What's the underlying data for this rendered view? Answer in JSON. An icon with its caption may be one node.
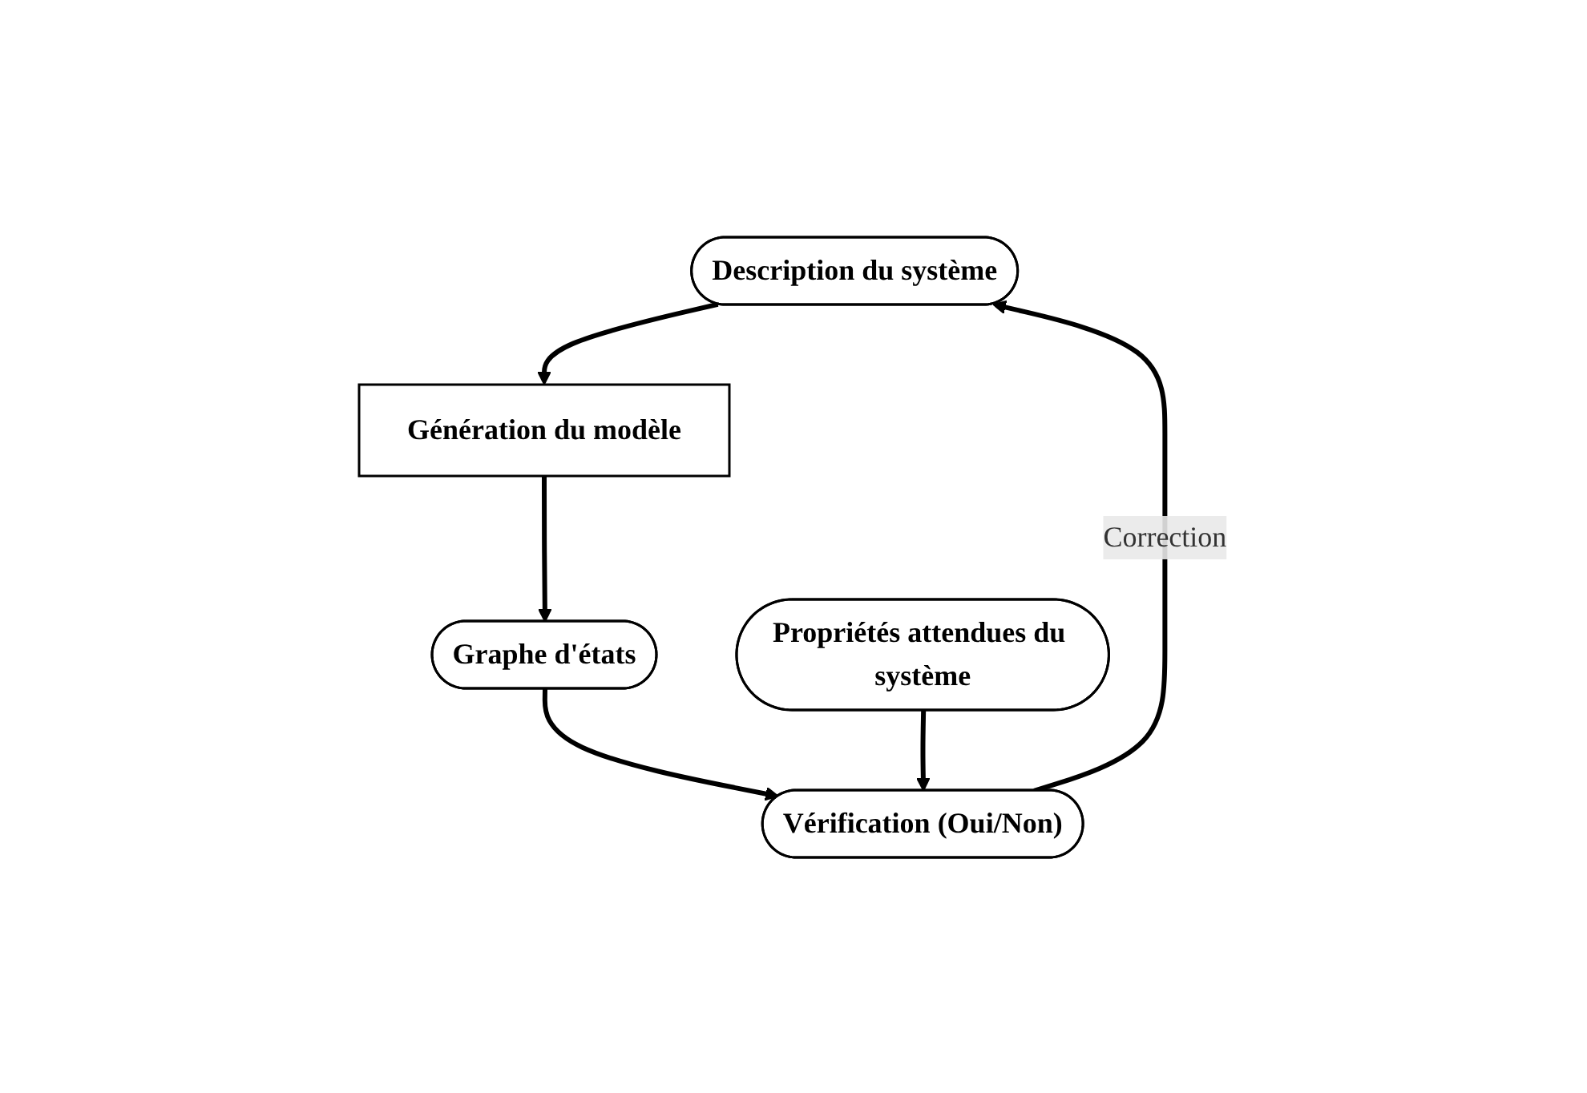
{
  "diagram": {
    "nodes": [
      {
        "text": [
          "Description du système"
        ]
      },
      {
        "text": [
          "Génération du modèle"
        ]
      },
      {
        "text": [
          "Propriétés attendues du système"
        ]
      },
      {
        "text": [
          "Graphe d'états"
        ]
      },
      {
        "text": [
          "Vérification (Oui/Non)"
        ]
      }
    ],
    "edges": [
      {
        "from": 0,
        "to": 1,
        "arrow": "to"
      },
      {
        "from": 1,
        "to": 3,
        "arrow": "to"
      },
      {
        "from": 3,
        "to": 4,
        "arrow": "to"
      },
      {
        "from": 2,
        "to": 4,
        "arrow": "to"
      },
      {
        "from": 4,
        "to": 0,
        "arrow": "to",
        "label": "Correction"
      }
    ]
  }
}
